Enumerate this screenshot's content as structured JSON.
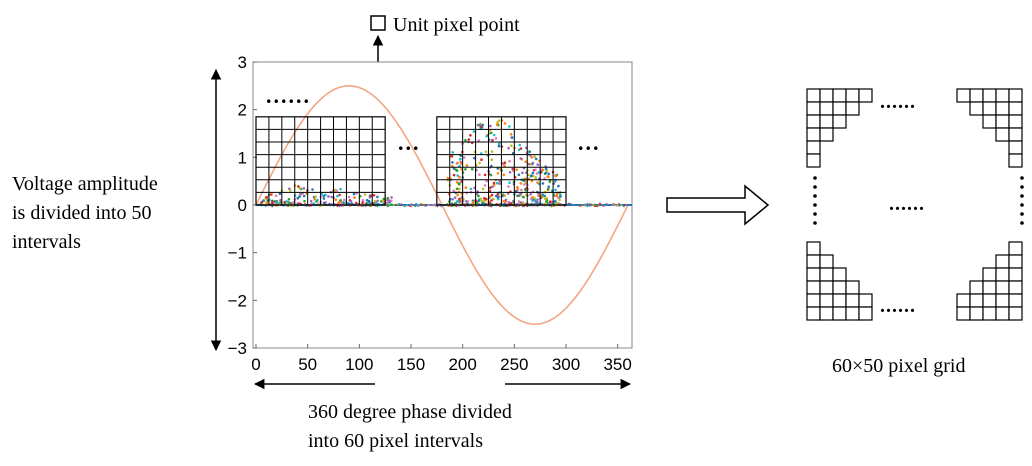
{
  "labels": {
    "unit_pixel": "Unit pixel point",
    "voltage_line1": "Voltage amplitude",
    "voltage_line2": "is divided into 50",
    "voltage_line3": "intervals",
    "phase_line1": "360 degree phase divided",
    "phase_line2": "into 60 pixel intervals",
    "grid_caption": "60×50 pixel grid",
    "ellipsis_long": "......",
    "ellipsis_short": "..."
  },
  "chart_data": {
    "type": "scatter",
    "x_ticks": [
      "0",
      "50",
      "100",
      "150",
      "200",
      "250",
      "300",
      "350"
    ],
    "y_ticks": [
      "3",
      "2",
      "1",
      "0",
      "−1",
      "−2",
      "−3"
    ],
    "xlim": [
      0,
      360
    ],
    "ylim": [
      -3,
      3
    ],
    "grid": false,
    "reference_wave": {
      "shape": "sine",
      "amplitude": 2.5,
      "period_deg": 360,
      "color": "#f4a582"
    },
    "pixel_grid_overlays": [
      {
        "x_range": [
          0,
          125
        ],
        "y_range": [
          0,
          1.85
        ],
        "columns": 10,
        "rows": 7
      },
      {
        "x_range": [
          175,
          300
        ],
        "y_range": [
          0,
          1.85
        ],
        "columns": 10,
        "rows": 7
      }
    ],
    "discharge_clusters": [
      {
        "x_range": [
          5,
          135
        ],
        "y_max": 0.45,
        "peak_x": 55
      },
      {
        "x_range": [
          185,
          295
        ],
        "y_max": 1.9,
        "peak_x": 228
      }
    ],
    "marker_colors": [
      "#1f77b4",
      "#d62728",
      "#ff7f0e",
      "#2ca02c",
      "#9467bd",
      "#17becf",
      "#bcbd22",
      "#e377c2"
    ]
  },
  "pixel_grid_diagram": {
    "corner_rows": 6,
    "corner_cols": 5
  }
}
